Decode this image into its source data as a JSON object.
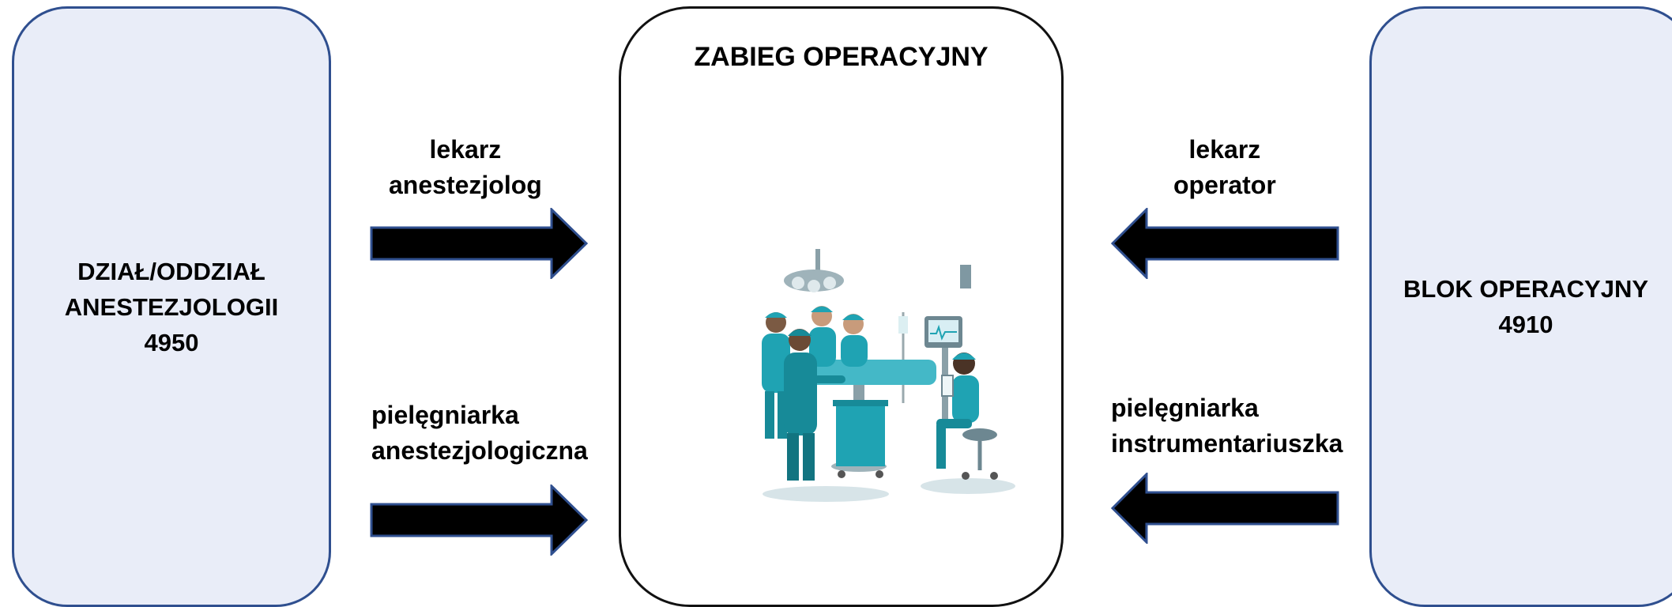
{
  "left_box": {
    "lines": [
      "DZIAŁ/ODDZIAŁ",
      "ANESTEZJOLOGII",
      "4950"
    ]
  },
  "right_box": {
    "lines": [
      "BLOK OPERACYJNY",
      "4910"
    ]
  },
  "center": {
    "title": "ZABIEG OPERACYJNY"
  },
  "labels": {
    "anesthesiologist": [
      "lekarz",
      "anestezjolog"
    ],
    "anesthesia_nurse": [
      "pielęgniarka",
      "anestezjologiczna"
    ],
    "surgeon": [
      "lekarz",
      "operator"
    ],
    "scrub_nurse": [
      "pielęgniarka",
      "instrumentariuszka"
    ]
  },
  "colors": {
    "side_box_fill": "#e9edf8",
    "side_box_border": "#2f4f8f",
    "arrow_fill": "#000000",
    "arrow_border": "#2f4f8f",
    "scrubs": "#1fa3b3"
  },
  "illustration": "operating-room-team-illustration"
}
